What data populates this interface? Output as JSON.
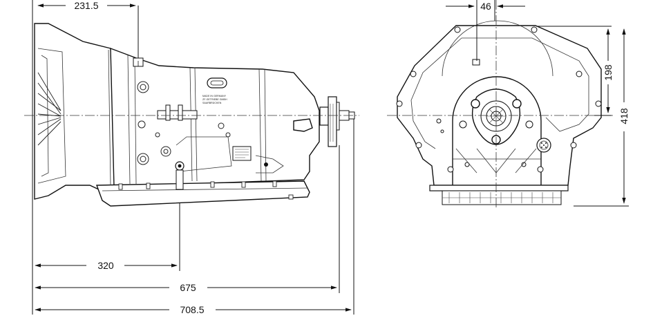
{
  "dimensions": {
    "side_top": "231.5",
    "side_bolt": "320",
    "side_length": "675",
    "overall_length": "708.5",
    "front_width": "46",
    "front_upper_height": "198",
    "front_total_height": "418"
  },
  "nameplate": {
    "line1": "MADE IN GERMANY",
    "line2": "ZF-GETRIEBE GMBH",
    "line3": "SAARBRÜCKEN"
  }
}
